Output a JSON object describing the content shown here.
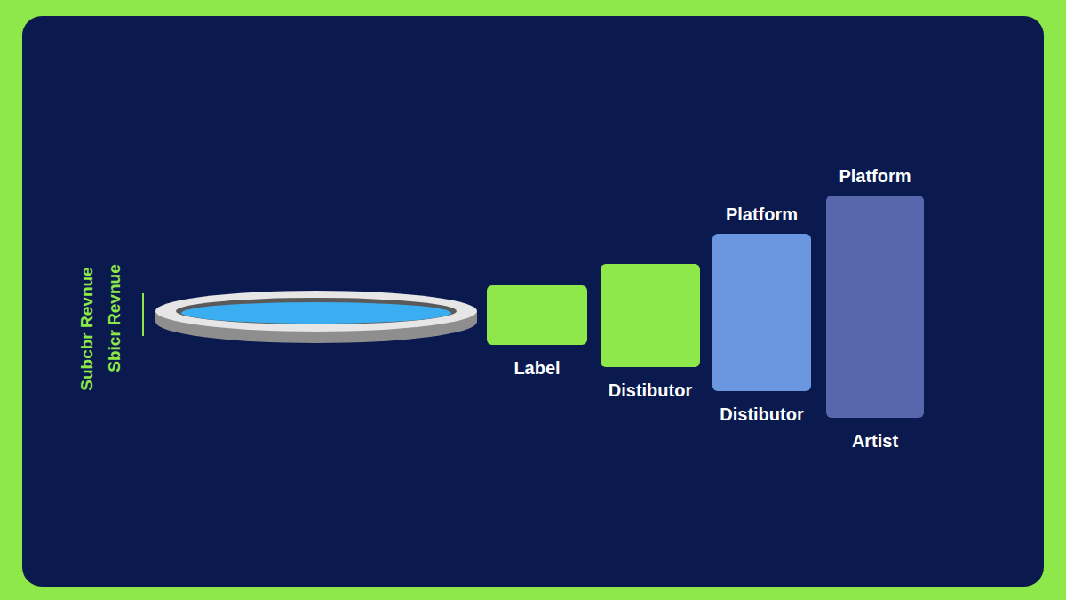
{
  "diagram": {
    "nodes": [
      {
        "text": [
          "Label"
        ]
      },
      {
        "text": [
          "Distibutor"
        ]
      },
      {
        "text": [
          "Platform",
          "Distibutor"
        ]
      },
      {
        "text": [
          "Platform",
          "Artist"
        ]
      }
    ],
    "labels": [
      "Subcbr Revnue",
      "Sbicr Revnue"
    ]
  }
}
